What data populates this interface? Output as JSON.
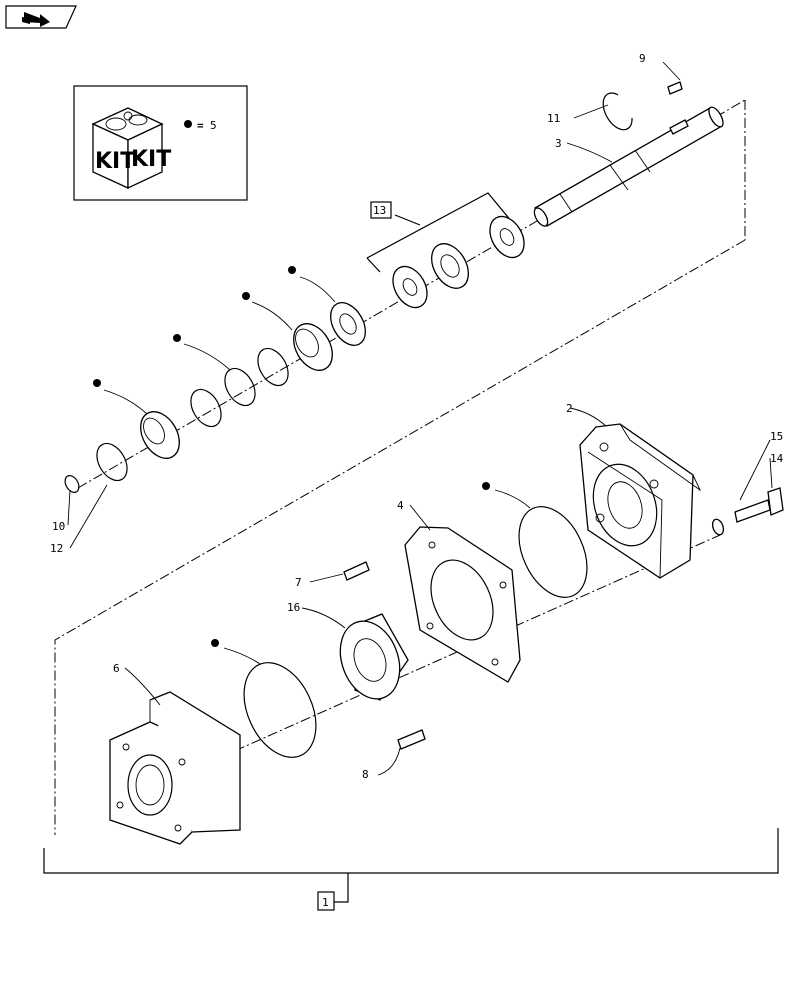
{
  "kit_box": {
    "kit_label_1": "KIT",
    "kit_label_2": "KIT",
    "legend_equals": "=",
    "legend_value": "5"
  },
  "callouts": {
    "c1": "1",
    "c2": "2",
    "c3": "3",
    "c4": "4",
    "c6": "6",
    "c7": "7",
    "c8": "8",
    "c9": "9",
    "c10": "10",
    "c11": "11",
    "c12": "12",
    "c13": "13",
    "c14": "14",
    "c15": "15",
    "c16": "16"
  }
}
